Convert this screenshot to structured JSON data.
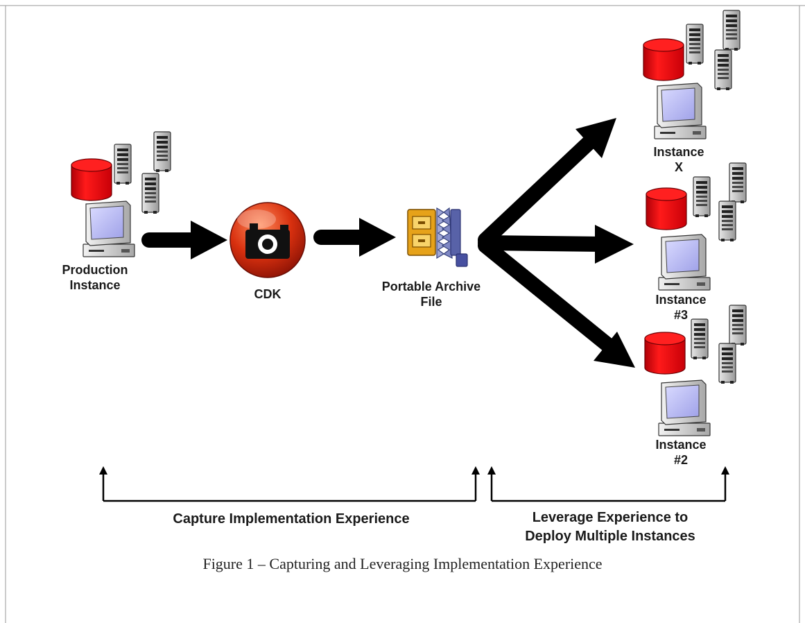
{
  "nodes": {
    "production": {
      "line1": "Production",
      "line2": "Instance"
    },
    "cdk": {
      "label": "CDK"
    },
    "archive": {
      "line1": "Portable Archive",
      "line2": "File"
    },
    "instance_x": {
      "line1": "Instance",
      "line2": "X"
    },
    "instance_3": {
      "line1": "Instance",
      "line2": "#3"
    },
    "instance_2": {
      "line1": "Instance",
      "line2": "#2"
    }
  },
  "brackets": {
    "capture": {
      "label": "Capture Implementation Experience"
    },
    "leverage": {
      "line1": "Leverage Experience to",
      "line2": "Deploy Multiple Instances"
    }
  },
  "caption": "Figure 1 – Capturing and Leveraging Implementation Experience",
  "colors": {
    "database": "#e8000a",
    "screen": "#b9baf2",
    "case": "#c9c9c9",
    "arrow": "#000000",
    "camera_sphere": "#d72d10"
  },
  "icons": [
    "database-icon",
    "server-tower-icon",
    "computer-icon",
    "camera-icon",
    "archive-zipper-icon"
  ]
}
